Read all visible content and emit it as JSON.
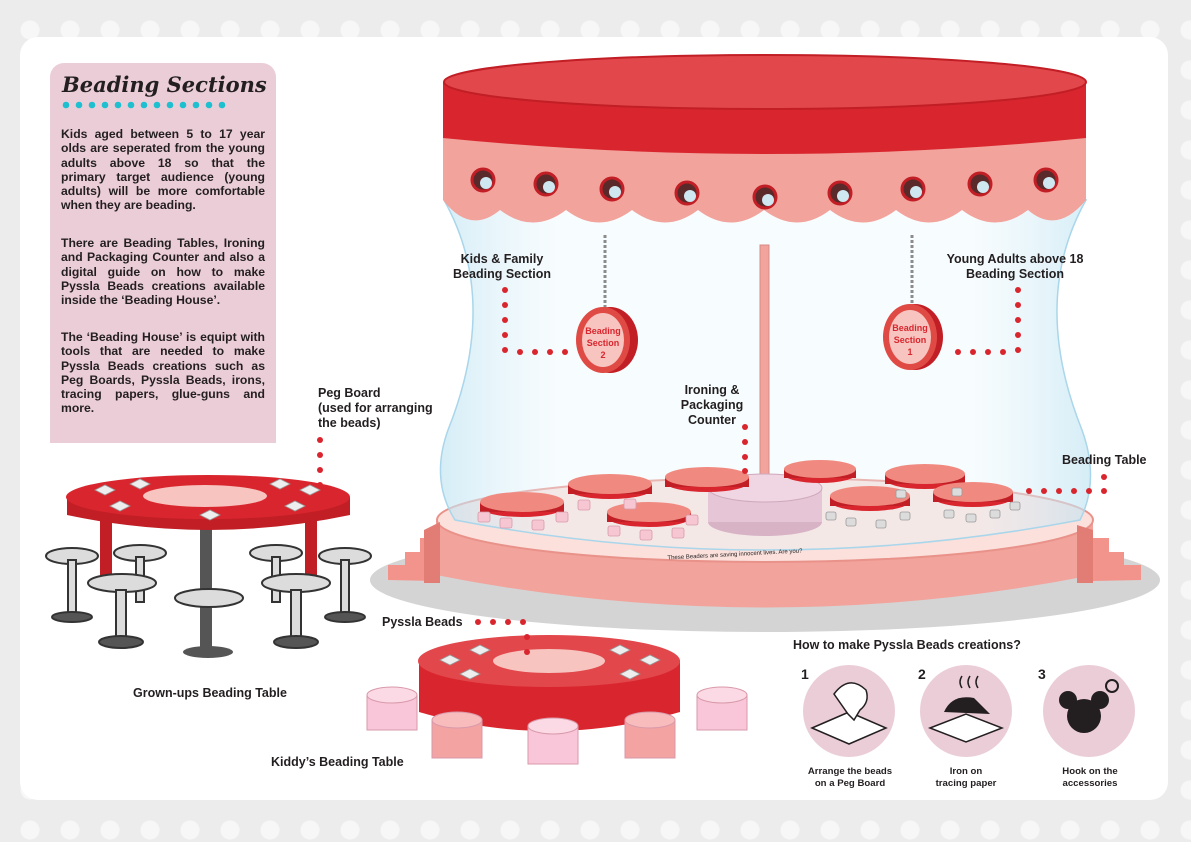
{
  "info": {
    "title": "Beading Sections",
    "paragraphs": [
      "Kids aged between 5 to 17 year olds are seperated from the young adults above 18 so that the primary target audience (young adults) will be more comfortable when they are beading.",
      "There are Beading Tables, Ironing and Packaging Counter and also a digital guide on how to make Pyssla Beads creations available inside the ‘Beading House’.",
      "The ‘Beading House’ is equipt with tools that are needed to make Pyssla Beads creations such as Peg Boards, Pyssla Beads, irons, tracing papers, glue-guns and more."
    ]
  },
  "labels": {
    "kids_section": "Kids & Family\nBeading Section",
    "adults_section": "Young Adults above 18\nBeading Section",
    "peg_board": "Peg Board\n(used for arranging\nthe beads)",
    "ironing": "Ironing &\nPackaging\nCounter",
    "beading_table": "Beading Table",
    "pyssla_beads": "Pyssla Beads",
    "grownups_table": "Grown-ups Beading Table",
    "kiddy_table": "Kiddy’s Beading Table",
    "base_text": "These Beaders are saving innocent lives. Are you?"
  },
  "signs": {
    "section2": [
      "Beading",
      "Section",
      "2"
    ],
    "section1": [
      "Beading",
      "Section",
      "1"
    ]
  },
  "howto": {
    "title": "How to make Pyssla Beads creations?",
    "steps": [
      {
        "number": "1",
        "caption": "Arrange the beads\non a Peg Board",
        "icon": "hand-peg-board-icon"
      },
      {
        "number": "2",
        "caption": "Iron on\ntracing paper",
        "icon": "iron-icon"
      },
      {
        "number": "3",
        "caption": "Hook on the\naccessories",
        "icon": "bead-bear-keychain-icon"
      }
    ]
  },
  "colors": {
    "red": "#d9262e",
    "pink": "#f2a39c",
    "dotted_leader": "#d9262e",
    "box_bg": "#ebcdd8",
    "title_dots": "#1ec0d0"
  }
}
